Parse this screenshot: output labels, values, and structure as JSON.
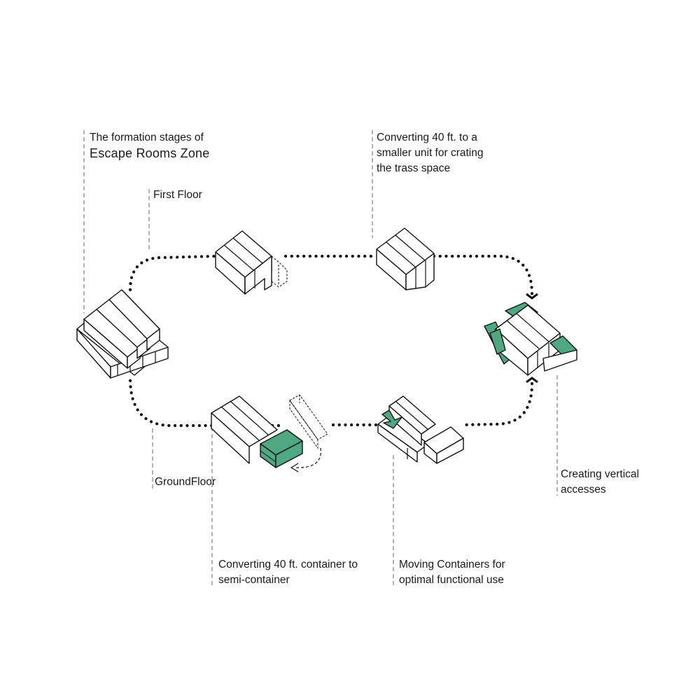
{
  "title": {
    "line1": "The formation stages of",
    "line2": "Escape Rooms Zone"
  },
  "labels": {
    "first_floor": "First Floor",
    "ground_floor": "GroundFloor",
    "trass": [
      "Converting 40 ft. to a",
      "smaller unit for crating",
      "the trass space"
    ],
    "vertical": [
      "Creating vertical",
      "accesses"
    ],
    "semi": [
      "Converting 40 ft. container to",
      "semi-container"
    ],
    "moving": [
      "Moving Containers for",
      "optimal functional use"
    ]
  },
  "colors": {
    "accent": "#4fa882",
    "stroke": "#111111",
    "leader": "#888888"
  }
}
